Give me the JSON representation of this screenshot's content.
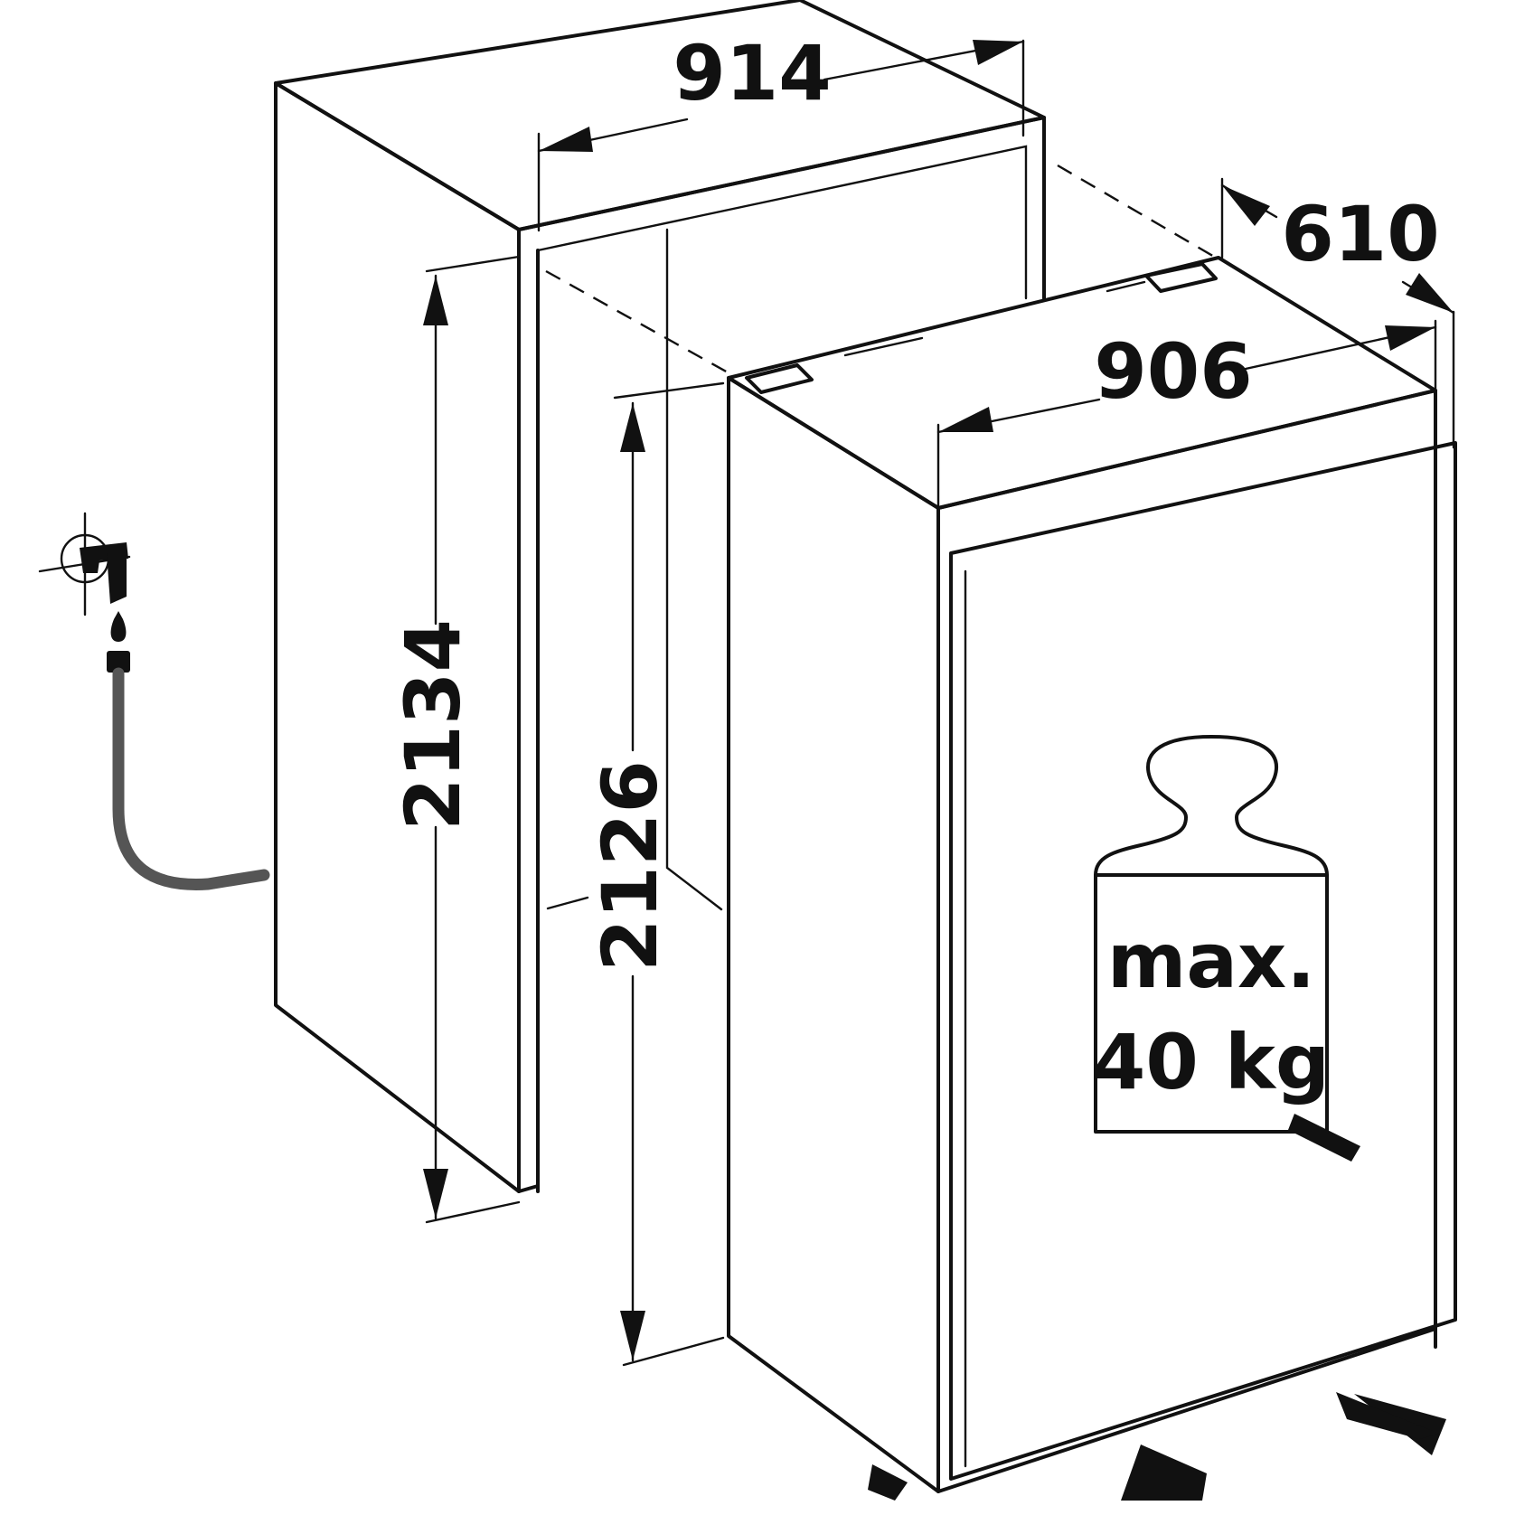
{
  "dimensions": {
    "niche_width": "914",
    "niche_height": "2134",
    "appliance_height": "2126",
    "appliance_width": "906",
    "appliance_depth": "610"
  },
  "weight_label": {
    "line1": "max.",
    "line2": "40 kg"
  },
  "icons": {
    "water_tap": "water-tap-icon",
    "weight": "weight-icon"
  },
  "colors": {
    "line": "#111111",
    "hose": "#555555",
    "background": "#ffffff"
  }
}
